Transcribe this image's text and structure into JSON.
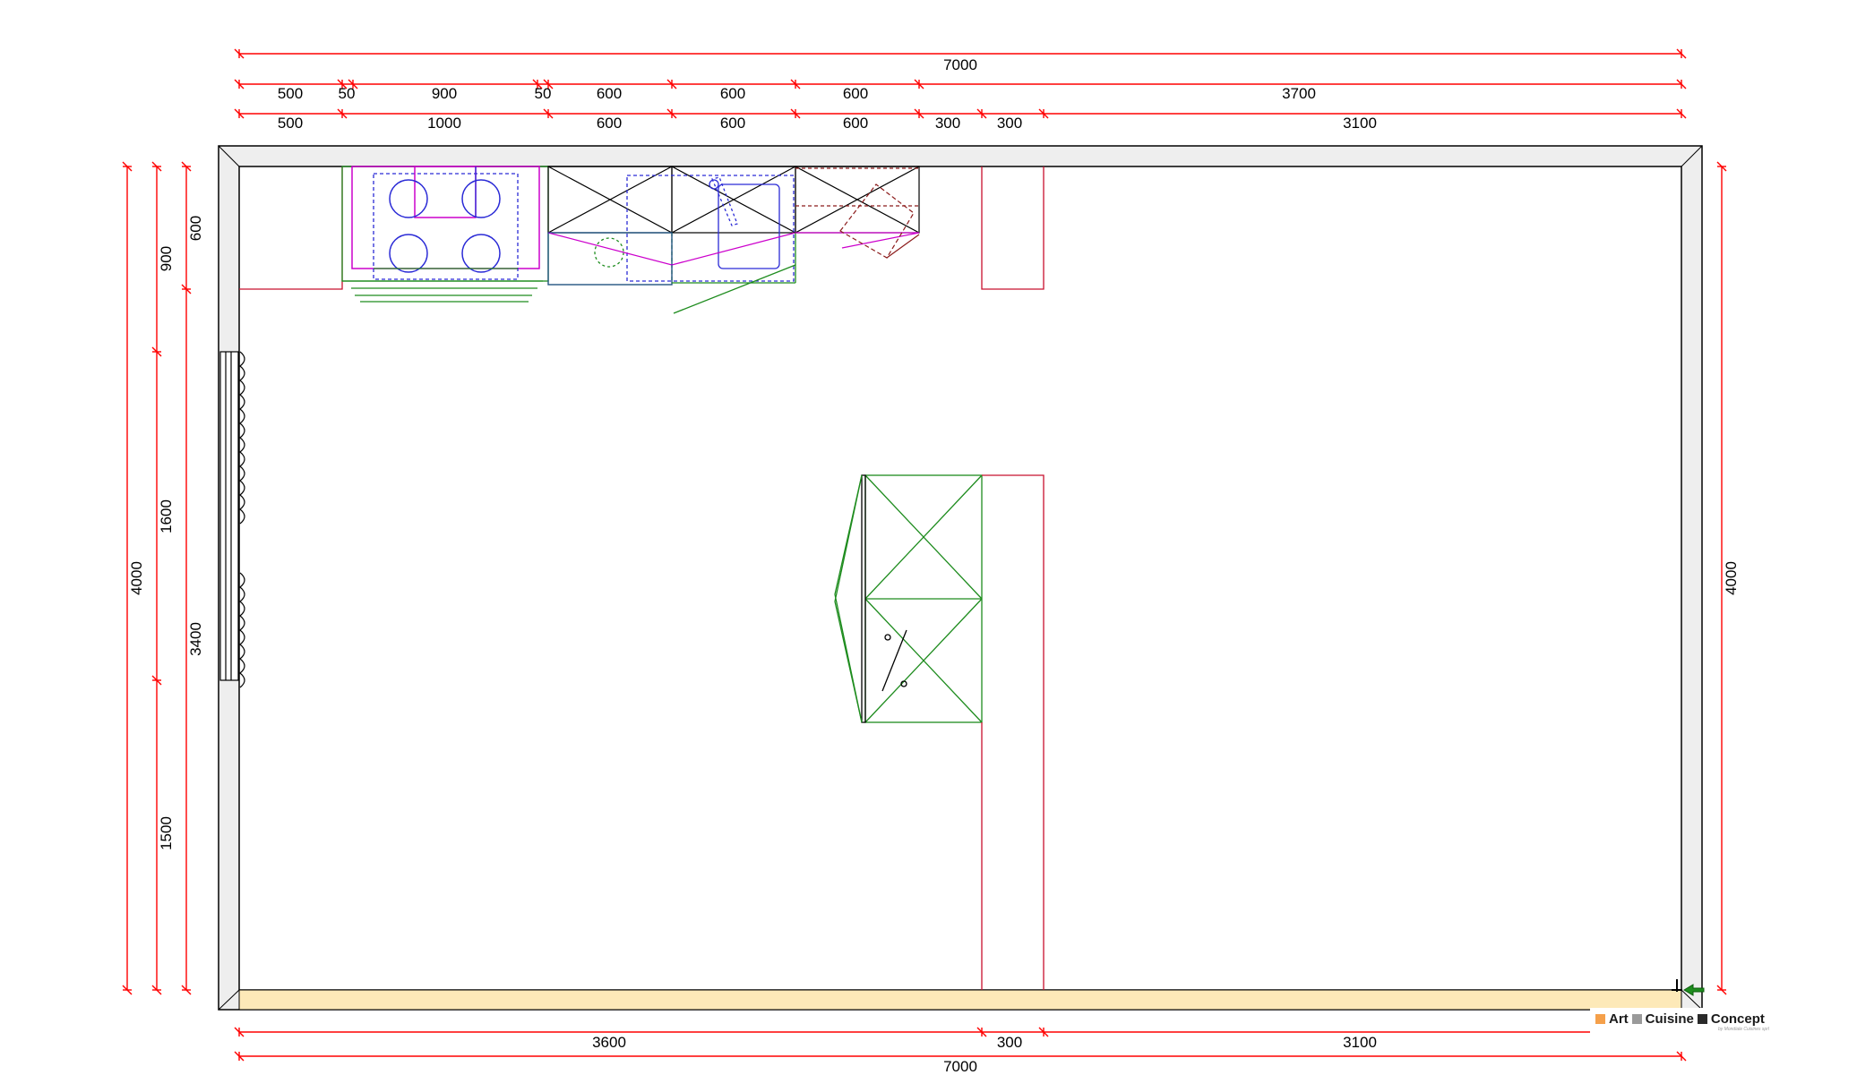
{
  "dimensions": {
    "top_total": "7000",
    "top_row1": [
      "500",
      "50",
      "900",
      "50",
      "600",
      "600",
      "600",
      "3700"
    ],
    "top_row2": [
      "500",
      "1000",
      "600",
      "600",
      "600",
      "300",
      "300",
      "3100"
    ],
    "bottom_row1": [
      "3600",
      "300",
      "3100"
    ],
    "bottom_total": "7000",
    "left_outer": "4000",
    "left_mid": [
      "900",
      "1600",
      "1500"
    ],
    "left_inner": [
      "600",
      "3400"
    ],
    "right": "4000"
  },
  "brand": {
    "words": [
      "Art",
      "Cuisine",
      "Concept"
    ],
    "colors": [
      "#f5a04a",
      "#9a9a9a",
      "#2a2a2a"
    ],
    "tagline": "by Mondiale Cuisines sprl"
  },
  "colors": {
    "dimension": "#ff0000",
    "cabinet": "#000000",
    "appliance_blue": "#2b2bd6",
    "worktop_green": "#1e8c1e",
    "magenta": "#cc00cc",
    "column_red": "#c8102e",
    "floor_strip": "#fde9b8"
  }
}
